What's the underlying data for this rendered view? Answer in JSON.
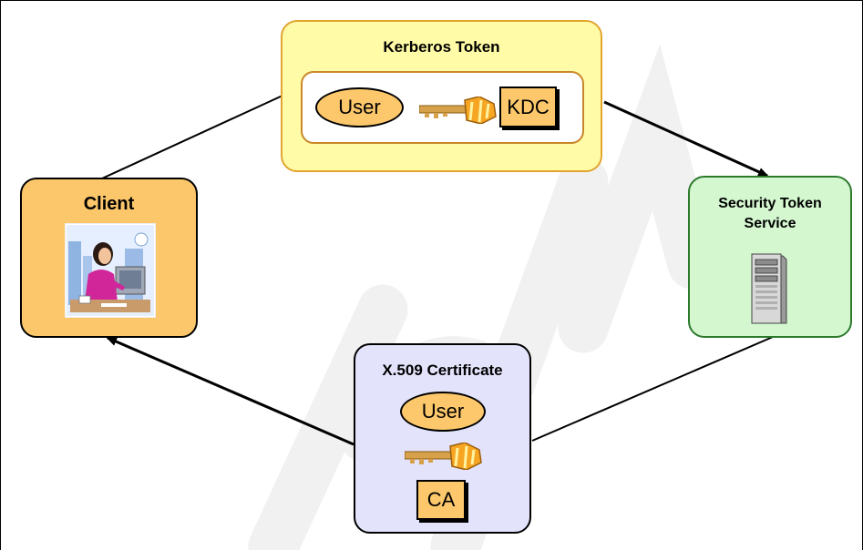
{
  "kerberos": {
    "title": "Kerberos Token",
    "user_label": "User",
    "kdc_label": "KDC"
  },
  "client": {
    "title": "Client"
  },
  "sts": {
    "title_line1": "Security Token",
    "title_line2": "Service"
  },
  "x509": {
    "title": "X.509 Certificate",
    "user_label": "User",
    "ca_label": "CA"
  },
  "colors": {
    "kerberos_fill": "#fffba6",
    "client_fill": "#fcc76b",
    "sts_fill": "#d4f7d0",
    "x509_fill": "#e3e3fb",
    "token_fill": "#fdc86b",
    "watermark": "#f0f0f0"
  },
  "icons": [
    "key-icon",
    "woman-at-computer-illustration",
    "server-tower-icon"
  ]
}
